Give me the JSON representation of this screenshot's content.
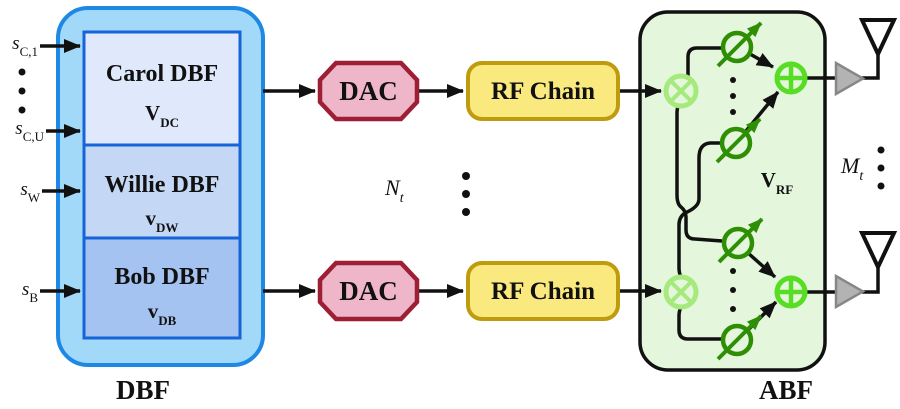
{
  "inputs": [
    {
      "base": "s",
      "sub": "C,1"
    },
    {
      "base": "s",
      "sub": "C,U"
    },
    {
      "base": "s",
      "sub": "W"
    },
    {
      "base": "s",
      "sub": "B"
    }
  ],
  "dbf": {
    "label": "DBF",
    "blocks": [
      {
        "title": "Carol DBF",
        "vec_base": "V",
        "vec_sub": "DC"
      },
      {
        "title": "Willie DBF",
        "vec_base": "v",
        "vec_sub": "DW"
      },
      {
        "title": "Bob DBF",
        "vec_base": "v",
        "vec_sub": "DB"
      }
    ]
  },
  "dac_label": "DAC",
  "rf_chain_label": "RF Chain",
  "nt": {
    "base": "N",
    "sub": "t"
  },
  "mt": {
    "base": "M",
    "sub": "t"
  },
  "abf": {
    "label": "ABF",
    "matrix_base": "V",
    "matrix_sub": "RF"
  },
  "colors": {
    "dbf_fill": "#a3d9f8",
    "dbf_border": "#1e88e5",
    "carol_fill": "#dfe9fb",
    "willie_fill": "#c4d8f5",
    "bob_fill": "#a4c3f0",
    "inner_border": "#1565d8",
    "dac_fill": "#efb6ca",
    "dac_border": "#9c1f35",
    "rf_fill": "#fae97e",
    "rf_border": "#bf9b0e",
    "abf_fill": "#e4f6dc",
    "abf_border": "#111111",
    "multiplier_green": "#a6e97d",
    "adder_green": "#58dd25",
    "phase_shifter_green": "#2e8f05",
    "amp_gray": "#b3b3b3",
    "antenna_black": "#111111",
    "wire_black": "#111111"
  }
}
